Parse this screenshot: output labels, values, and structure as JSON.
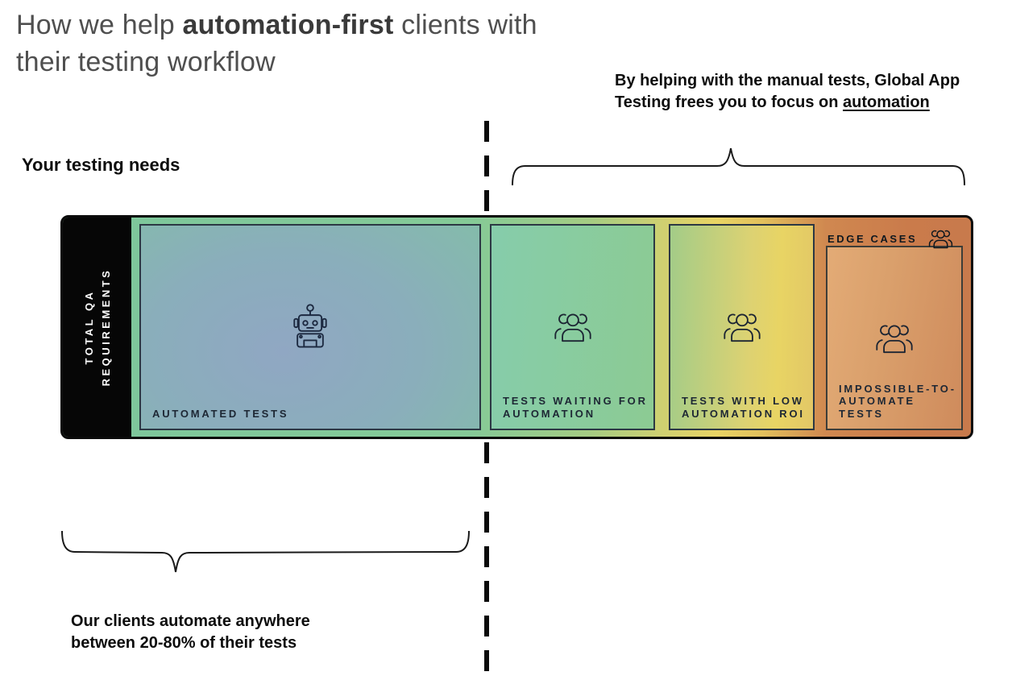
{
  "title": {
    "part1": "How we help ",
    "highlight": "automation-first",
    "part2": " clients with their testing workflow"
  },
  "annotation_right": {
    "text": "By helping with the manual tests, Global App Testing frees you to focus on ",
    "link": "automation"
  },
  "left_heading": "Your testing needs",
  "bottom_note": "Our clients automate anywhere between 20-80% of their tests",
  "bar": {
    "side_label": "TOTAL QA\nREQUIREMENTS",
    "edge_cases_label": "EDGE CASES",
    "sections": [
      {
        "label": "AUTOMATED TESTS",
        "icon": "robot"
      },
      {
        "label": "TESTS WAITING FOR\nAUTOMATION",
        "icon": "people-group"
      },
      {
        "label": "TESTS WITH LOW\nAUTOMATION ROI",
        "icon": "people-group"
      },
      {
        "label": "IMPOSSIBLE-TO-\nAUTOMATE TESTS",
        "icon": "people-group"
      }
    ]
  },
  "colors": {
    "bar_gradient_left": "#7ec79b",
    "bar_gradient_yellow": "#e8d464",
    "bar_gradient_right": "#c87a4c",
    "automated_blue": "#90a7c3",
    "panel_black": "#060606",
    "icon_stroke": "#1c2736",
    "title_gray": "#4f4f4f",
    "text_black": "#0d0d0d"
  }
}
